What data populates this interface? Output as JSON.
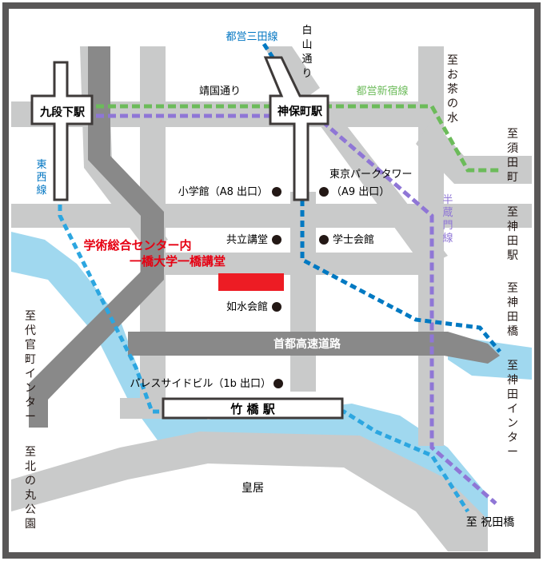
{
  "map": {
    "colors": {
      "frame": "#595757",
      "road": "#c9caca",
      "expressway": "#898989",
      "water": "#a0d8ef",
      "station_fill": "#ffffff",
      "station_stroke": "#3e3a39",
      "line_tozai": "#2ca6e0",
      "line_mita": "#0079c2",
      "line_shinjuku": "#6cbb5a",
      "line_hanzomon": "#8f76d6",
      "venue": "#ed1c24",
      "venue_label": "#e60012",
      "label": "#231815",
      "line_label": "#0075c2"
    },
    "stations": {
      "kudanshita": "九段下駅",
      "jimbocho": "神保町駅",
      "takebashi": "竹 橋 駅"
    },
    "lines": {
      "mita": "都営三田線",
      "shinjuku": "都営新宿線",
      "tozai_1": "東",
      "tozai_2": "西",
      "tozai_3": "線",
      "hanzomon_1": "半",
      "hanzomon_2": "蔵",
      "hanzomon_3": "門",
      "hanzomon_4": "線"
    },
    "roads": {
      "yasukuni": "靖国通り",
      "hakusan_1": "白",
      "hakusan_2": "山",
      "hakusan_3": "通",
      "hakusan_4": "り",
      "expressway": "首都高速道路"
    },
    "landmarks": {
      "shogakukan": "小学館（A8 出口）",
      "park_tower": "東京パークタワー",
      "a9": "（A9 出口）",
      "kyoritsu": "共立講堂",
      "gakushi": "学士会館",
      "josui": "如水会館",
      "palaceside": "パレスサイドビル（1b 出口）",
      "kokyo": "皇居"
    },
    "venue": {
      "line1": "学術総合センター内",
      "line2": "一橋大学一橋講堂"
    },
    "directions": {
      "ochanomizu": [
        "至",
        "お",
        "茶",
        "の",
        "水"
      ],
      "sudacho": [
        "至",
        "須",
        "田",
        "町"
      ],
      "kanda_station": [
        "至",
        "神",
        "田",
        "駅"
      ],
      "kandabashi": [
        "至",
        "神",
        "田",
        "橋"
      ],
      "kanda_ic": [
        "至",
        "神",
        "田",
        "イ",
        "ン",
        "タ",
        "ー"
      ],
      "daikancho": [
        "至",
        "代",
        "官",
        "町",
        "イ",
        "ン",
        "タ",
        "ー"
      ],
      "kitanomaru": [
        "至",
        "北",
        "の",
        "丸",
        "公",
        "園"
      ],
      "iwaidabashi": "至 祝田橋"
    }
  }
}
